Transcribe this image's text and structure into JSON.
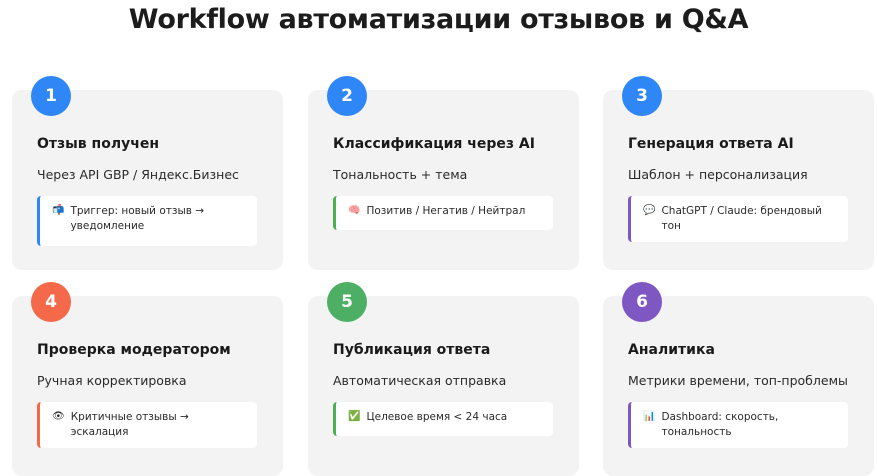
{
  "title": "Workflow автоматизации отзывов и Q&A",
  "cards": [
    {
      "number": "1",
      "color": "#2f86f6",
      "title": "Отзыв получен",
      "subtitle": "Через API GBP / Яндекс.Бизнес",
      "note_icon": "📬",
      "note_icon_name": "mailbox-icon",
      "note": "Триггер: новый отзыв → уведомление"
    },
    {
      "number": "2",
      "color": "#2f86f6",
      "title": "Классификация через AI",
      "subtitle": "Тональность + тема",
      "note_icon": "🧠",
      "note_icon_name": "brain-icon",
      "note": "Позитив / Негатив / Нейтрал",
      "accent": "#4caf50"
    },
    {
      "number": "3",
      "color": "#2f86f6",
      "title": "Генерация ответа AI",
      "subtitle": "Шаблон + персонализация",
      "note_icon": "💬",
      "note_icon_name": "speech-bubble-icon",
      "note": "ChatGPT / Claude: брендовый тон",
      "accent": "#7e57c2"
    },
    {
      "number": "4",
      "color": "#f4694a",
      "title": "Проверка модератором",
      "subtitle": "Ручная корректировка",
      "note_icon": "👁",
      "note_icon_name": "eye-icon",
      "note": "Критичные отзывы → эскалация",
      "accent": "#f4694a"
    },
    {
      "number": "5",
      "color": "#4caf63",
      "title": "Публикация ответа",
      "subtitle": "Автоматическая отправка",
      "note_icon": "✅",
      "note_icon_name": "check-mark-icon",
      "note": "Целевое время < 24 часа",
      "accent": "#4caf50"
    },
    {
      "number": "6",
      "color": "#7e57c2",
      "title": "Аналитика",
      "subtitle": "Метрики времени, топ-проблемы",
      "note_icon": "📊",
      "note_icon_name": "bar-chart-icon",
      "note": "Dashboard: скорость, тональность",
      "accent": "#7e57c2"
    }
  ]
}
